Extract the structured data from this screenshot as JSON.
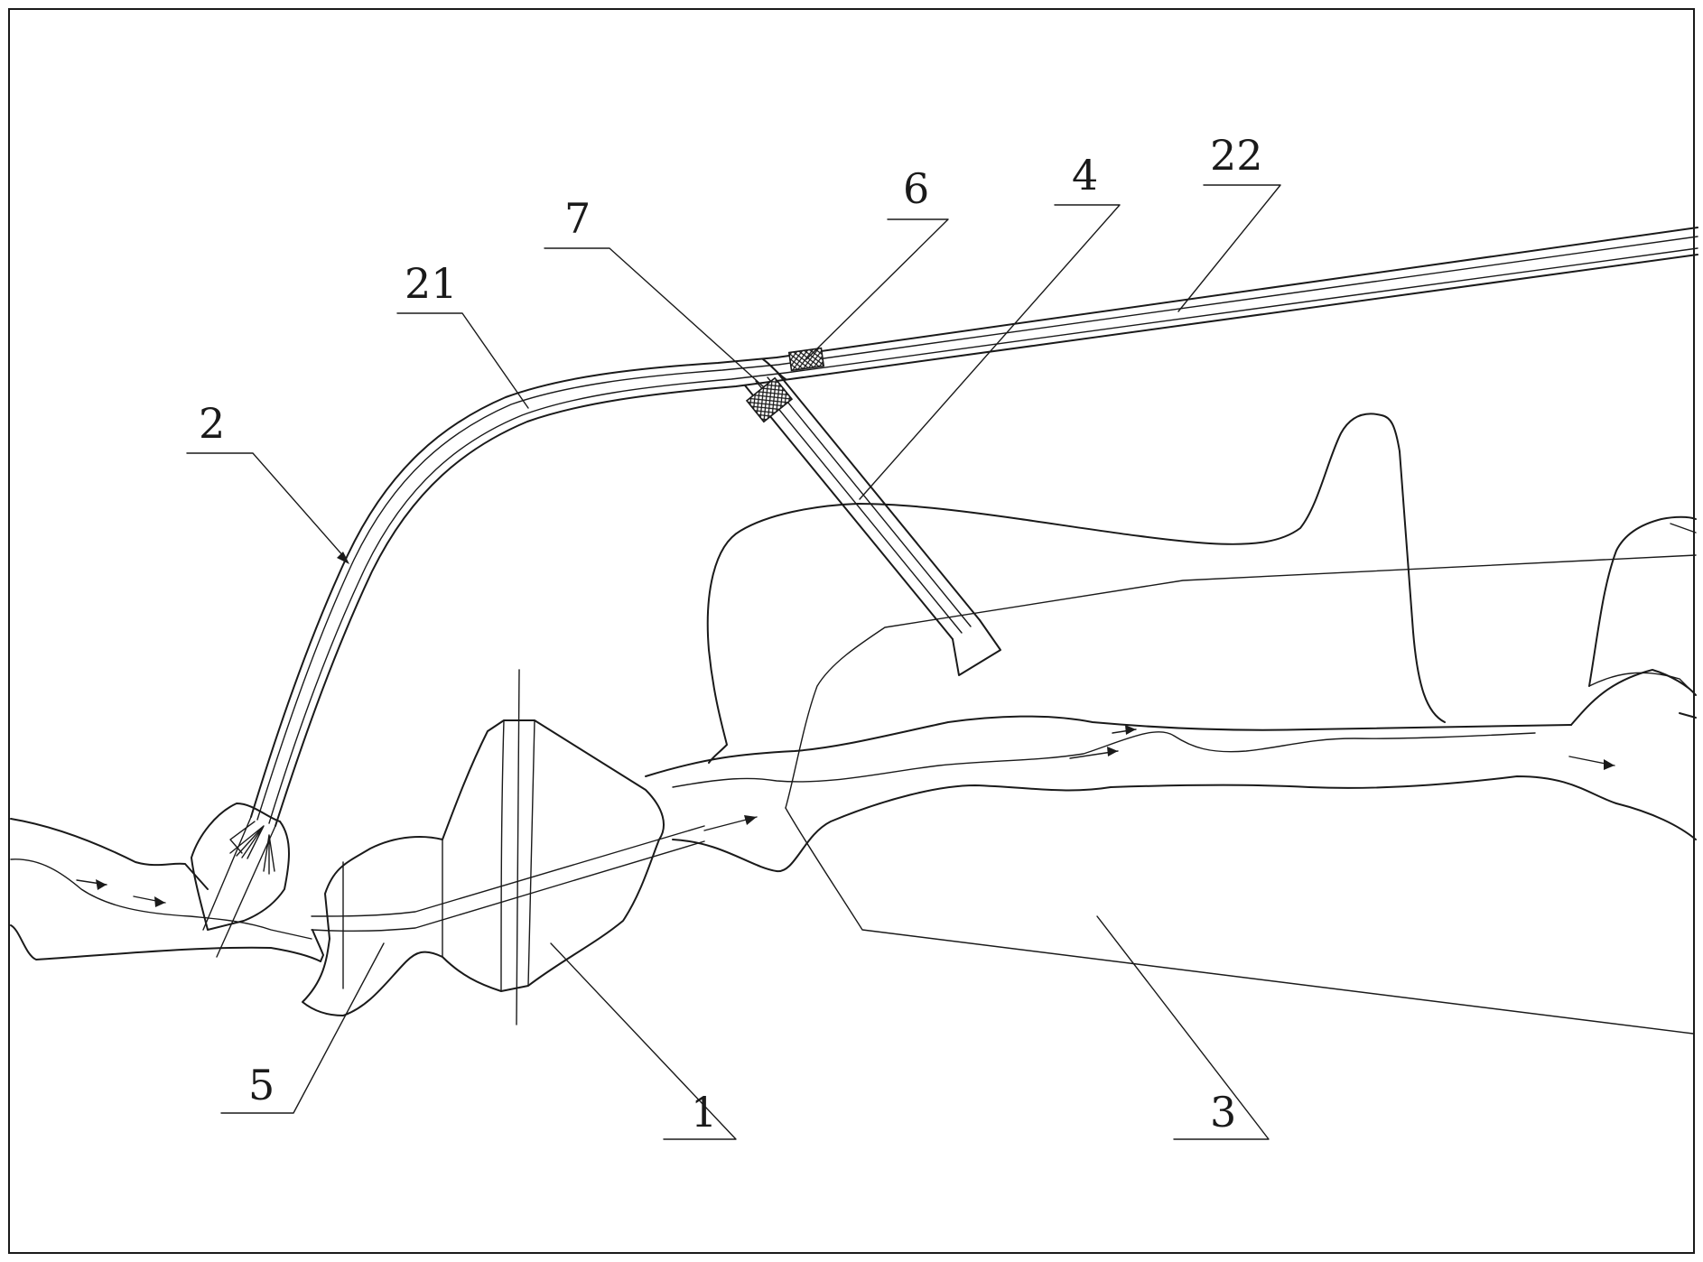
{
  "labels": {
    "l1": "1",
    "l2": "2",
    "l3": "3",
    "l4": "4",
    "l5": "5",
    "l6": "6",
    "l7": "7",
    "l21": "21",
    "l22": "22"
  },
  "colors": {
    "line": "#1a1a1a",
    "background": "#ffffff",
    "hatch": "#1a1a1a"
  }
}
